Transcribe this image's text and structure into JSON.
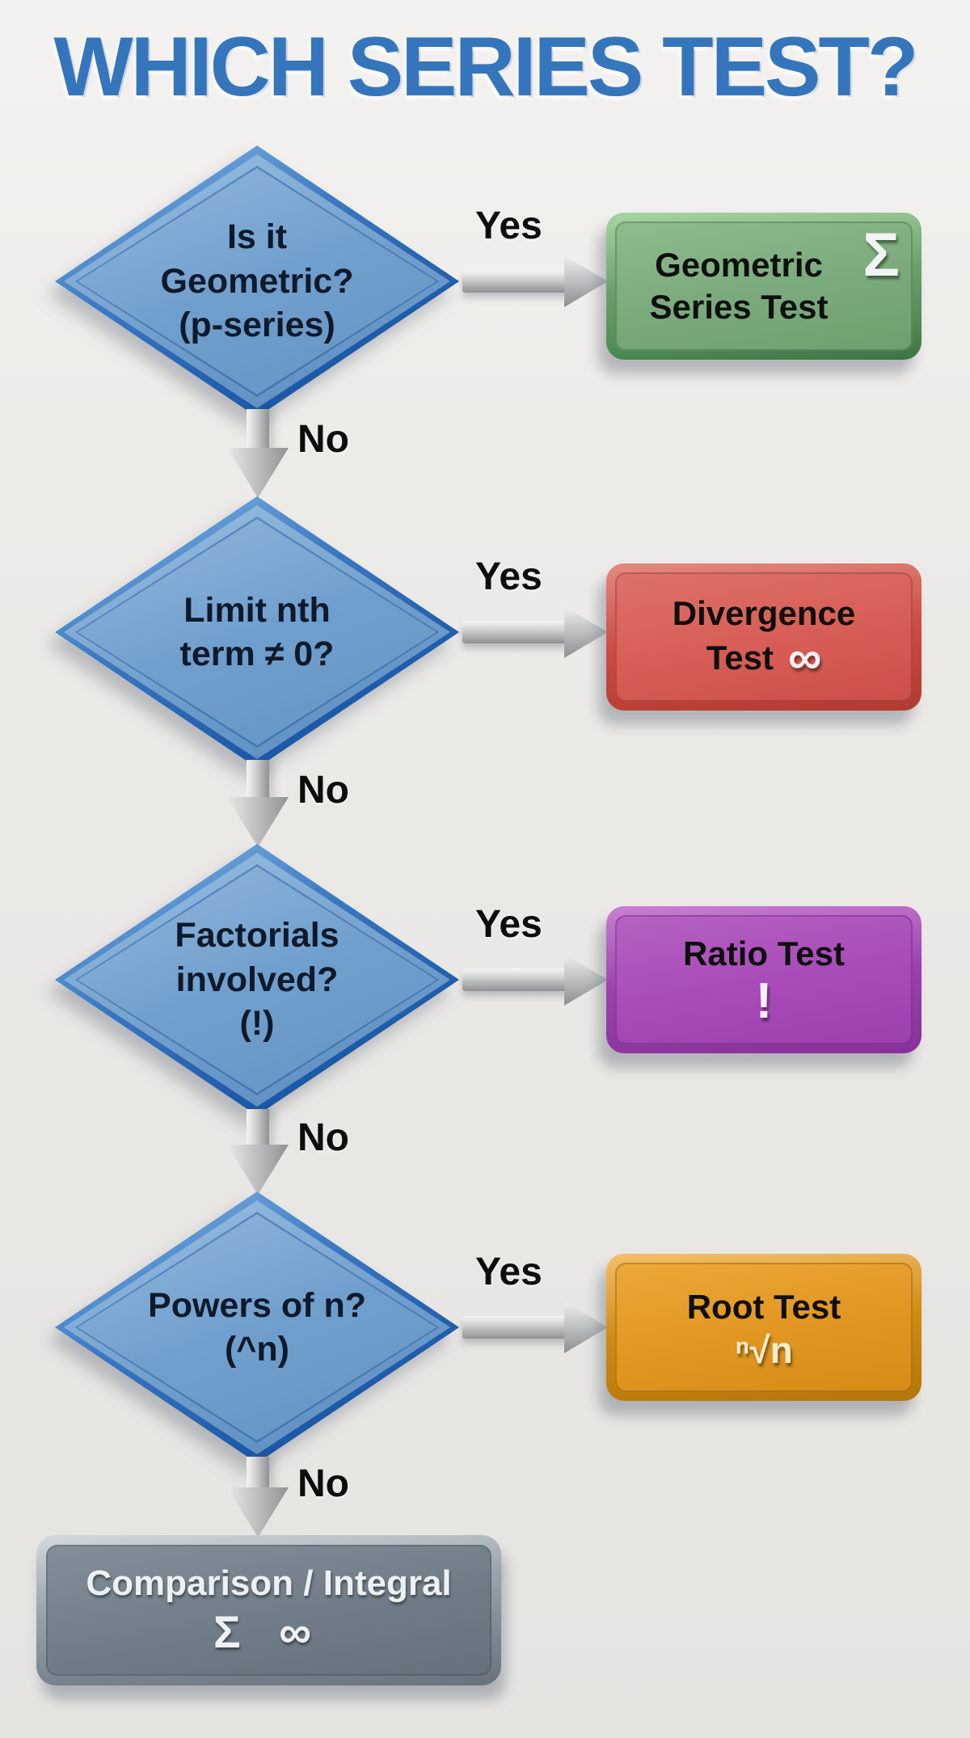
{
  "page": {
    "title": "WHICH SERIES TEST?"
  },
  "labels": {
    "yes": "Yes",
    "no": "No"
  },
  "colors": {
    "title_blue": "#3575bc",
    "diamond_blue": "#6a99c9",
    "diamond_border_blue": "#1d5aa8",
    "geometric_green": "#7cab7d",
    "divergence_red": "#d75f57",
    "ratio_purple": "#a94cba",
    "root_orange": "#e29723",
    "final_gray": "#707d88",
    "arrow_gray": "#b9bcbd",
    "background": "#eceae7"
  },
  "diamonds": [
    {
      "lines": [
        "Is it",
        "Geometric?",
        "(p-series)"
      ]
    },
    {
      "lines": [
        "Limit nth",
        "term ≠ 0?"
      ]
    },
    {
      "lines": [
        "Factorials",
        "involved?",
        "(!)"
      ]
    },
    {
      "lines": [
        "Powers of n?",
        "(^n)"
      ]
    }
  ],
  "results": [
    {
      "lines": [
        "Geometric",
        "Series Test"
      ],
      "symbol": "Σ"
    },
    {
      "lines": [
        "Divergence",
        "Test"
      ],
      "symbol": "∞"
    },
    {
      "lines": [
        "Ratio Test"
      ],
      "symbol": "!"
    },
    {
      "lines": [
        "Root Test"
      ],
      "symbol": "ⁿ√n"
    }
  ],
  "final": {
    "label": "Comparison / Integral",
    "symbols": "Σ ∞"
  }
}
